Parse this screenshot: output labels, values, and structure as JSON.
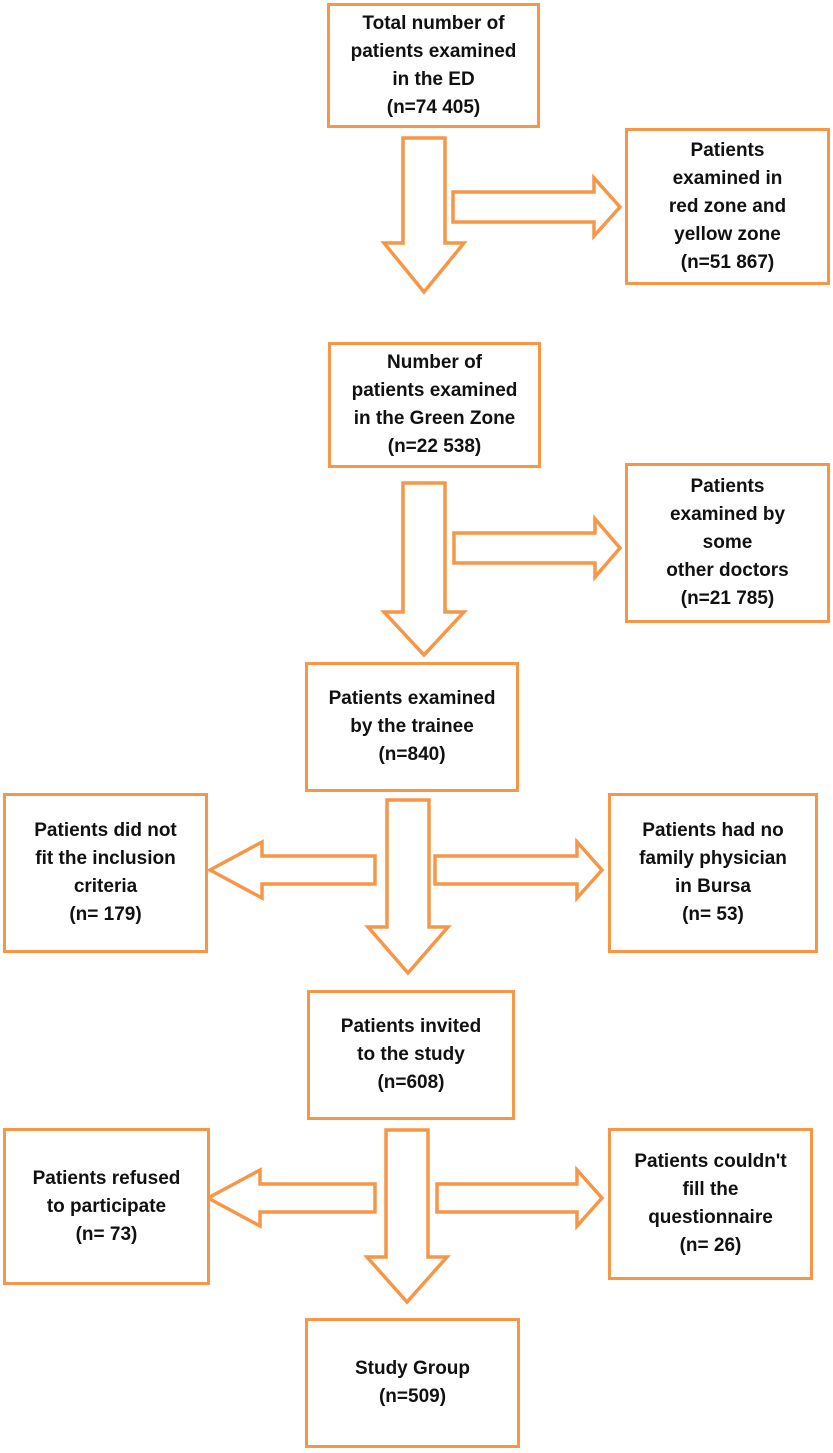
{
  "diagram": {
    "type": "flowchart",
    "accent_color": "#F79646",
    "text_color": "#111111",
    "nodes": {
      "ed": {
        "label": "Total number of\npatients examined\nin the ED\n(n=74 405)",
        "n": 74405
      },
      "red_yellow": {
        "label": "Patients\nexamined in\nred zone and\nyellow zone\n(n=51 867)",
        "n": 51867
      },
      "green": {
        "label": "Number of\npatients examined\nin the Green Zone\n(n=22 538)",
        "n": 22538
      },
      "other_doctors": {
        "label": "Patients\nexamined by\nsome\nother doctors\n(n=21 785)",
        "n": 21785
      },
      "trainee": {
        "label": "Patients examined\nby the trainee\n(n=840)",
        "n": 840
      },
      "inclusion": {
        "label": "Patients did not\nfit the inclusion\ncriteria\n(n= 179)",
        "n": 179
      },
      "no_physician": {
        "label": "Patients had no\nfamily physician\nin Bursa\n(n= 53)",
        "n": 53
      },
      "invited": {
        "label": "Patients invited\nto the study\n(n=608)",
        "n": 608
      },
      "refused": {
        "label": "Patients refused\nto participate\n(n= 73)",
        "n": 73
      },
      "questionnaire": {
        "label": "Patients couldn't\nfill the\nquestionnaire\n(n= 26)",
        "n": 26
      },
      "study_group": {
        "label": "Study Group\n(n=509)",
        "n": 509
      }
    },
    "edges": [
      {
        "from": "ed",
        "to": "green",
        "direction": "down"
      },
      {
        "from": "ed",
        "to": "red_yellow",
        "direction": "right"
      },
      {
        "from": "green",
        "to": "trainee",
        "direction": "down"
      },
      {
        "from": "green",
        "to": "other_doctors",
        "direction": "right"
      },
      {
        "from": "trainee",
        "to": "invited",
        "direction": "down"
      },
      {
        "from": "trainee",
        "to": "inclusion",
        "direction": "left"
      },
      {
        "from": "trainee",
        "to": "no_physician",
        "direction": "right"
      },
      {
        "from": "invited",
        "to": "study_group",
        "direction": "down"
      },
      {
        "from": "invited",
        "to": "refused",
        "direction": "left"
      },
      {
        "from": "invited",
        "to": "questionnaire",
        "direction": "right"
      }
    ]
  }
}
